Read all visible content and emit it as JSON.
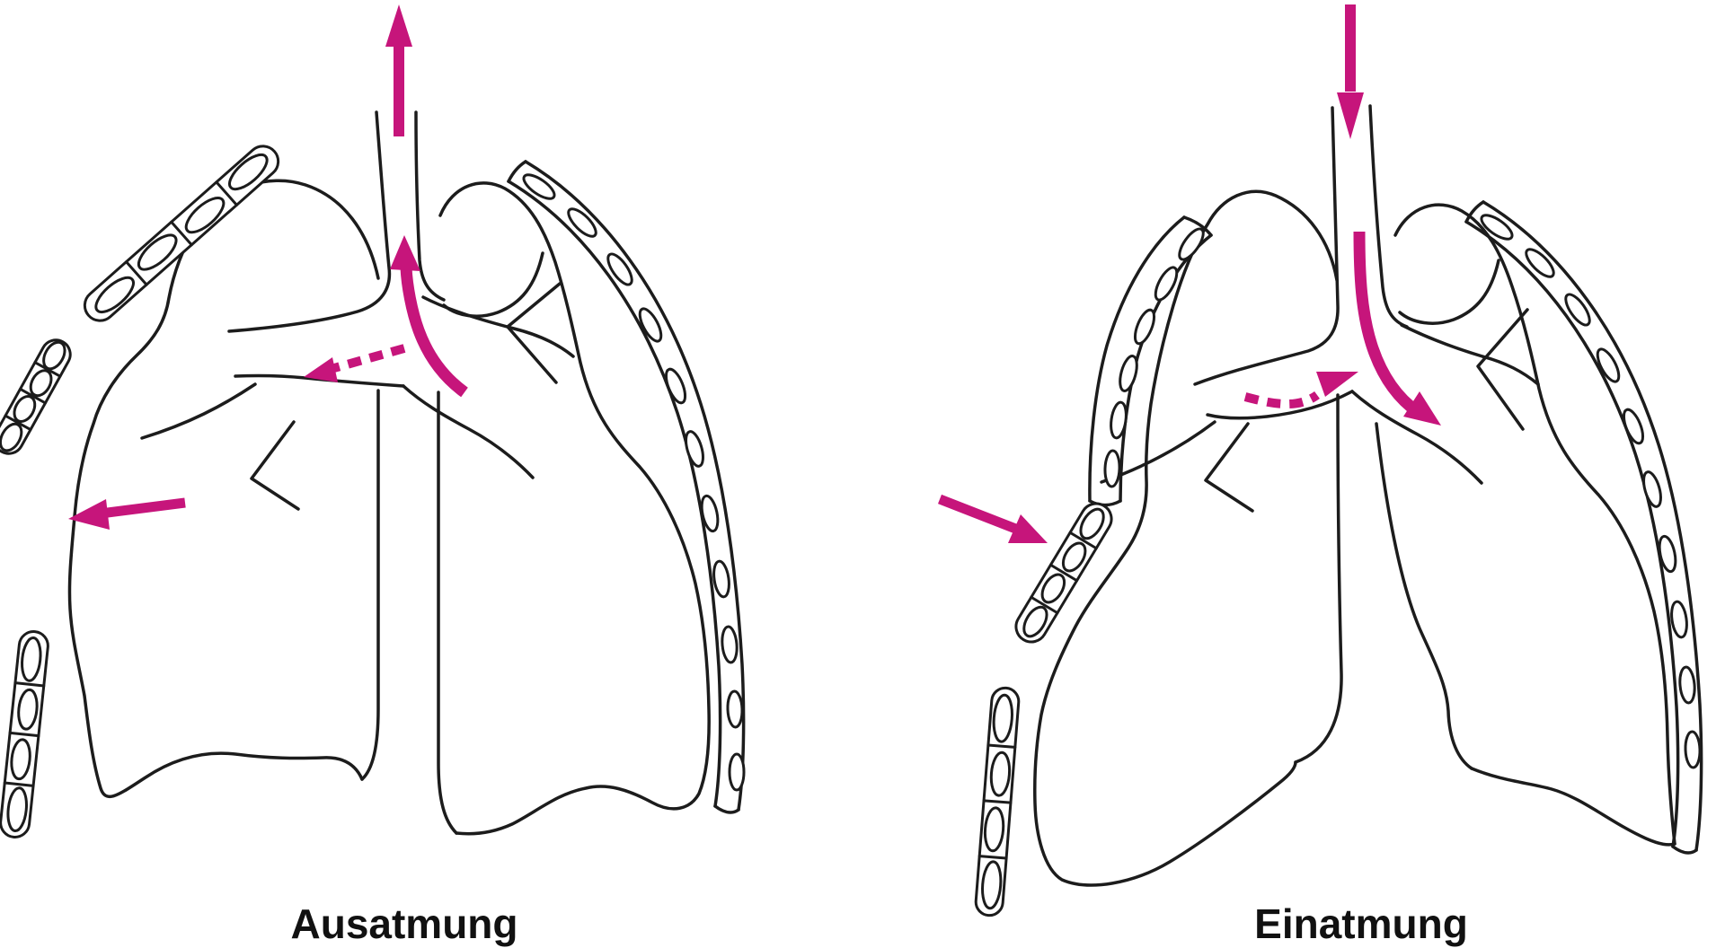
{
  "figure": {
    "type": "medical-line-diagram",
    "subject": "flail-chest-paradoxical-breathing-pendelluft",
    "background_color": "#ffffff",
    "outline_color": "#1c1c1c",
    "arrow_color": "#c6157b",
    "panels": [
      {
        "id": "exhalation",
        "label": "Ausatmung",
        "arrows": [
          {
            "name": "airflow-out-of-trachea",
            "style": "solid-straight",
            "direction": "up"
          },
          {
            "name": "airflow-bronchus-to-trachea",
            "style": "solid-curved",
            "direction": "up"
          },
          {
            "name": "pendelluft-into-collapsed-lung",
            "style": "dashed",
            "direction": "left"
          },
          {
            "name": "flail-chest-wall-movement",
            "style": "solid-straight",
            "direction": "outward-left"
          }
        ]
      },
      {
        "id": "inhalation",
        "label": "Einatmung",
        "arrows": [
          {
            "name": "airflow-into-trachea",
            "style": "solid-straight",
            "direction": "down"
          },
          {
            "name": "airflow-trachea-to-bronchus",
            "style": "solid-curved",
            "direction": "down-right"
          },
          {
            "name": "pendelluft-out-of-collapsed-lung",
            "style": "dashed",
            "direction": "right"
          },
          {
            "name": "flail-chest-wall-movement",
            "style": "solid-straight",
            "direction": "inward-right"
          }
        ]
      }
    ]
  }
}
